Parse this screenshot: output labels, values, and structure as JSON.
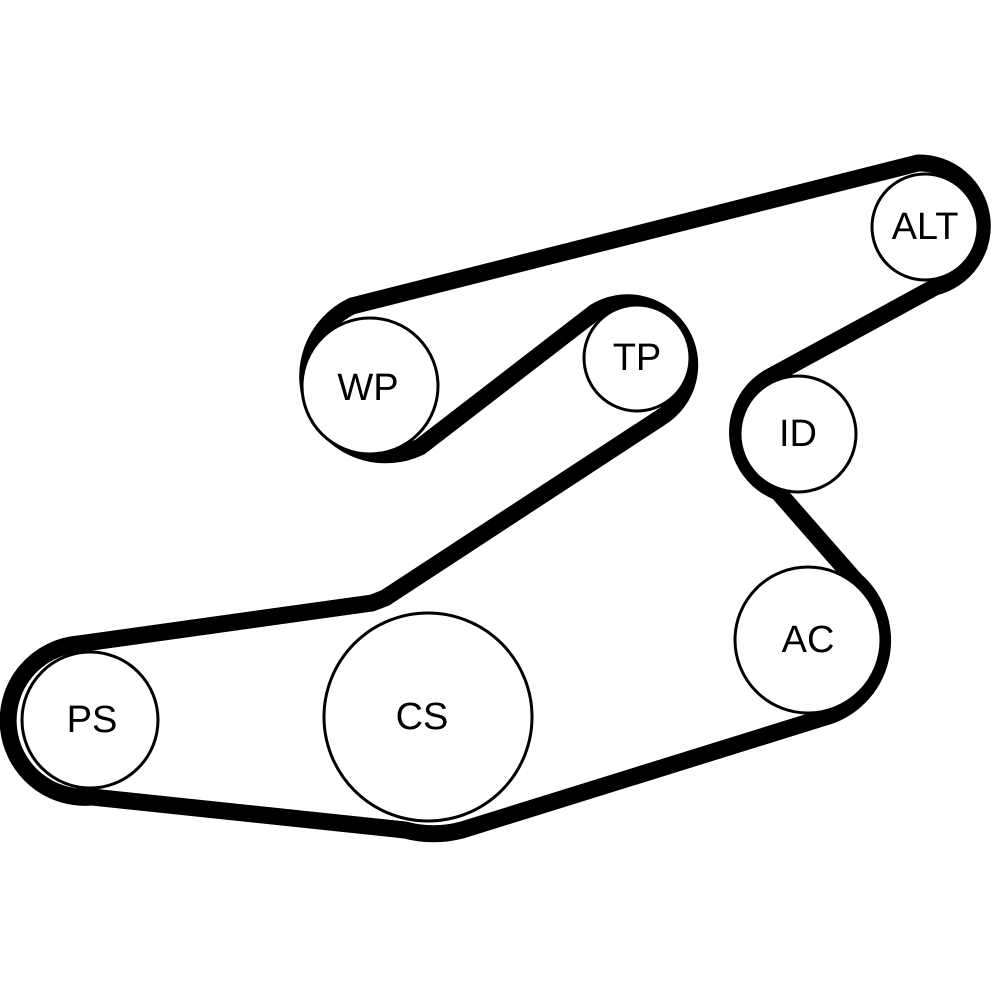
{
  "title": "Serpentine belt routing diagram",
  "pulleys": [
    {
      "id": "alt",
      "label": "ALT"
    },
    {
      "id": "wp",
      "label": "WP"
    },
    {
      "id": "tp",
      "label": "TP"
    },
    {
      "id": "id",
      "label": "ID"
    },
    {
      "id": "ac",
      "label": "AC"
    },
    {
      "id": "ps",
      "label": "PS"
    },
    {
      "id": "cs",
      "label": "CS"
    }
  ],
  "colors": {
    "belt": "#000000",
    "pulley_fill": "#ffffff"
  }
}
